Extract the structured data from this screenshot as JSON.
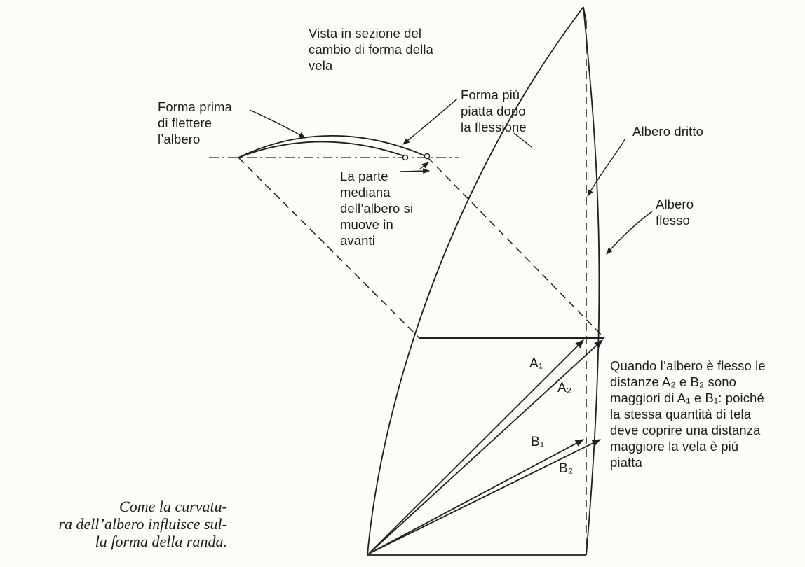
{
  "labels": {
    "section_view": "Vista in sezione del\ncambio di forma della\nvela",
    "shape_before": "Forma prima\ndi flettere\nl’albero",
    "shape_after": "Forma piú\npiatta dopo\nla flessione",
    "mast_middle": "La parte\nmediana\ndell’albero si\nmuove in\navanti",
    "mast_straight": "Albero dritto",
    "mast_bent": "Albero\nflesso",
    "explanation": "Quando l’albero è flesso le\ndistanze A₂ e B₂ sono\nmaggiori di A₁ e B₁: poiché\nla stessa quantità di tela\ndeve coprire una distanza\nmaggiore la vela è piú\npiatta"
  },
  "vectors": {
    "a1": "A₁",
    "a2": "A₂",
    "b1": "B₁",
    "b2": "B₂"
  },
  "caption": "Come la curvatu-\nra dell’albero influisce sul-\nla forma della randa."
}
